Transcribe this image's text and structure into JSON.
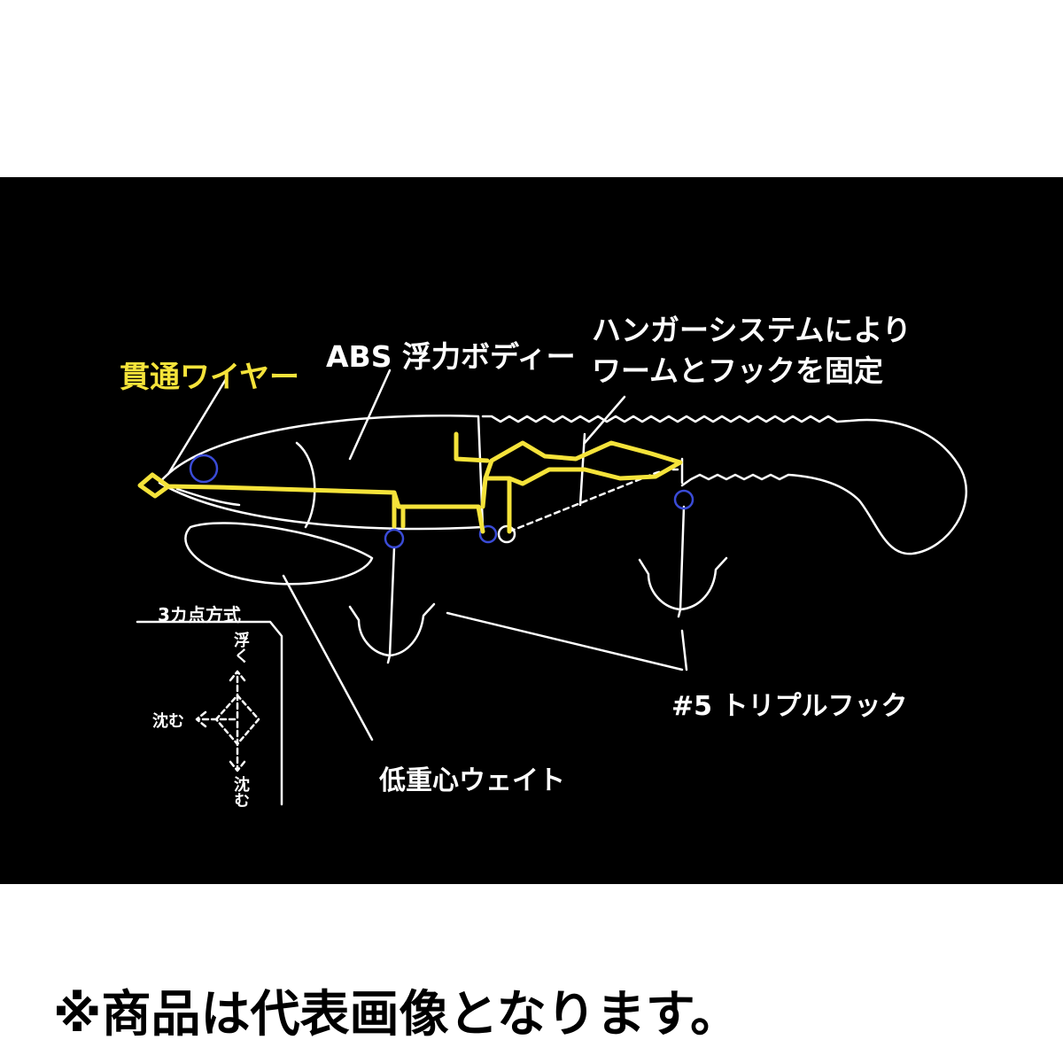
{
  "diagram": {
    "labels": {
      "wire": "貫通ワイヤー",
      "body": "ABS 浮力ボディー",
      "hanger_line1": "ハンガーシステムにより",
      "hanger_line2": "ワームとフックを固定",
      "hook": "#5 トリプルフック",
      "weight": "低重心ウェイト"
    },
    "system": {
      "title": "3カ点方式",
      "up": "浮く",
      "left": "沈む",
      "down": "沈む"
    }
  },
  "footer": {
    "disclaimer": "※商品は代表画像となります。"
  },
  "colors": {
    "background": "#000000",
    "outline": "#ffffff",
    "wire": "#f5e33a",
    "accent": "#3a4bd6"
  }
}
